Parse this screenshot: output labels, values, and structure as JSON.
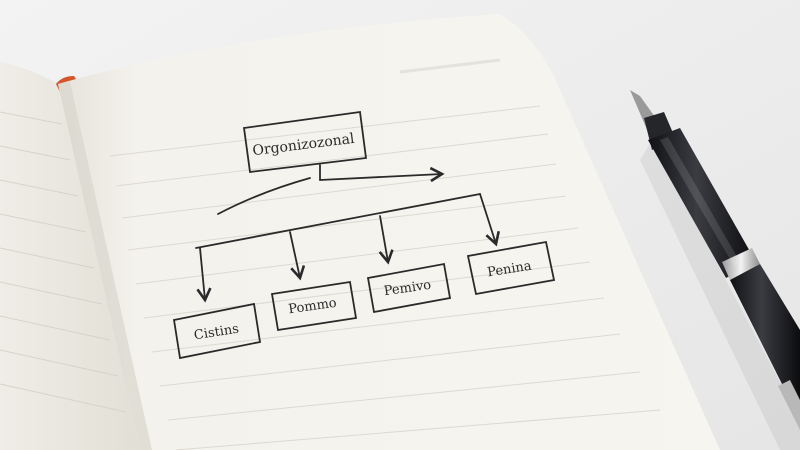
{
  "photo": {
    "chart": {
      "root_label": "Orgonizozonal",
      "child_labels": [
        "Cistins",
        "Pommo",
        "Pemivo",
        "Penina"
      ]
    },
    "colors": {
      "background": "#eeeeee",
      "paper": "#f4f2ec",
      "ink": "#2a2a2a",
      "pen_body": "#1c1d20",
      "pen_ring": "#c8c8c8",
      "bookmark": "#d4562a"
    }
  }
}
